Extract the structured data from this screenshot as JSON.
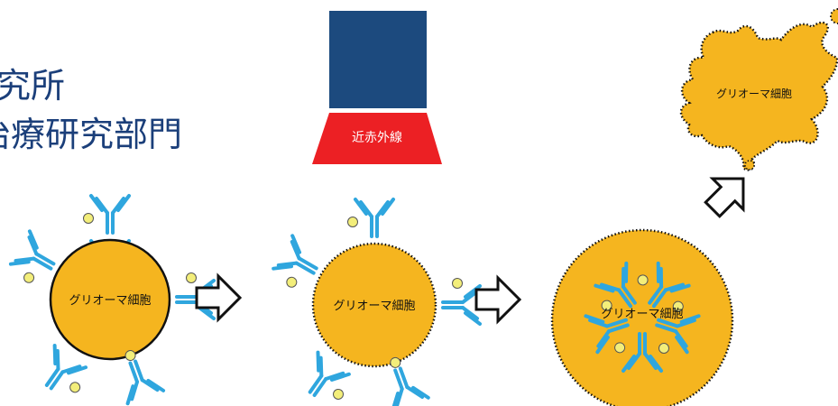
{
  "heading": {
    "line1": "究所",
    "line2": "治療研究部門"
  },
  "light_source": {
    "label": "近赤外線",
    "body_color": "#1c4a7e",
    "emitter_color": "#ec2024"
  },
  "cells": [
    {
      "label": "グリオーマ細胞",
      "state": "intact"
    },
    {
      "label": "グリオーマ細胞",
      "state": "membrane-damaged"
    },
    {
      "label": "グリオーマ細胞",
      "state": "swollen"
    },
    {
      "label": "グリオーマ細胞",
      "state": "ruptured"
    }
  ],
  "colors": {
    "cell_fill": "#f5b51f",
    "antibody": "#2fa6de",
    "dye": "#f3ee7a",
    "heading": "#1b3f7a",
    "arrow_stroke": "#111111"
  },
  "icons": [
    "antibody-icon",
    "arrow-right-icon",
    "arrow-up-right-icon"
  ]
}
